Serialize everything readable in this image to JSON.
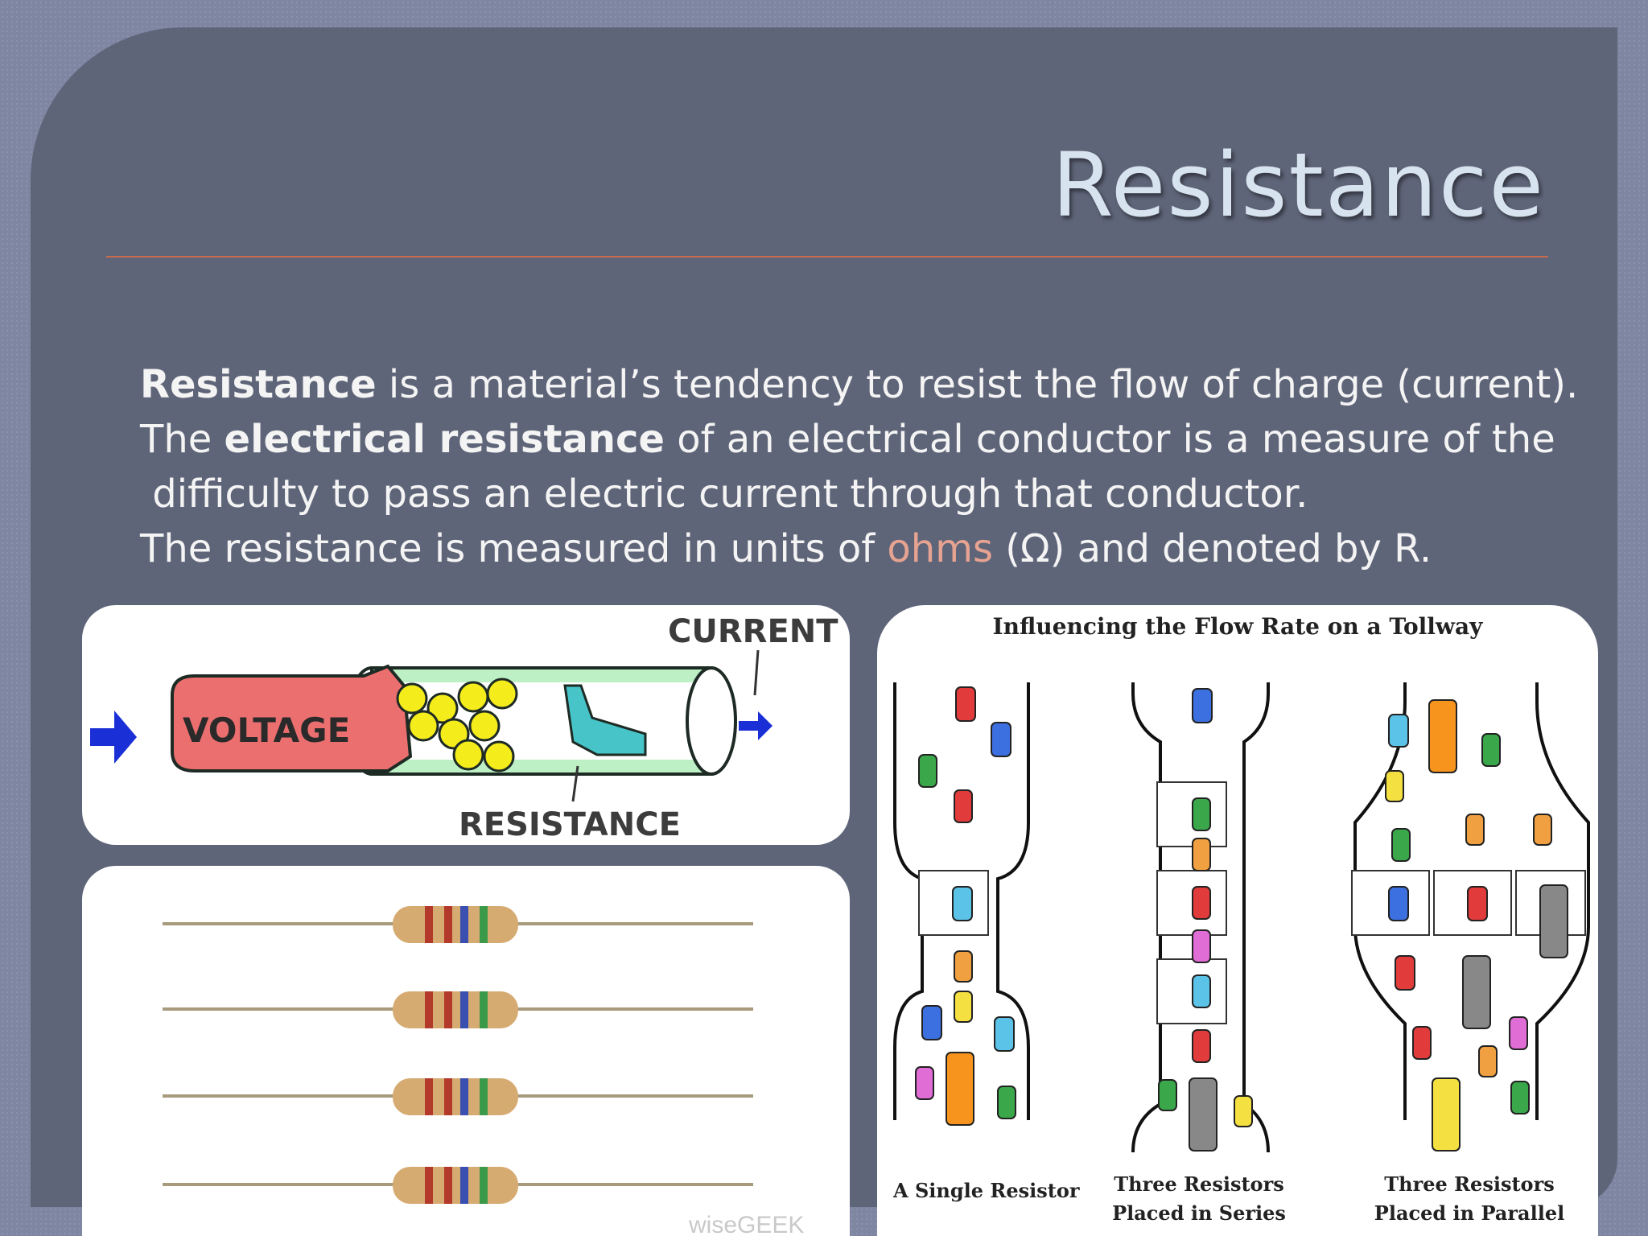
{
  "slide": {
    "title": "Resistance",
    "lines": [
      {
        "bold": "Resistance",
        "rest": " is a material’s tendency to resist the flow of charge (current)."
      },
      {
        "pre": "The ",
        "bold": "electrical resistance",
        "rest": " of an electrical conductor is a measure of the"
      },
      {
        "text": " difficulty to pass an electric current through that conductor."
      },
      {
        "pre": "The resistance is measured in units of ",
        "highlight": "ohms",
        "rest": " (Ω) and denoted by R."
      }
    ]
  },
  "pipe_diagram": {
    "current_label": "CURRENT",
    "voltage_label": "VOLTAGE",
    "resistance_label": "RESISTANCE"
  },
  "resistors_photo": {
    "watermark": "wiseGEEK"
  },
  "tollway": {
    "title": "Influencing the Flow Rate on a Tollway",
    "captions": [
      {
        "line1": "A Single Resistor",
        "line2": ""
      },
      {
        "line1": "Three Resistors",
        "line2": "Placed in Series"
      },
      {
        "line1": "Three Resistors",
        "line2": "Placed in Parallel"
      }
    ]
  },
  "colors": {
    "background": "#5f6579",
    "title": "#d7e3ee",
    "rule": "#c86b4c",
    "highlight": "#e7a391"
  }
}
